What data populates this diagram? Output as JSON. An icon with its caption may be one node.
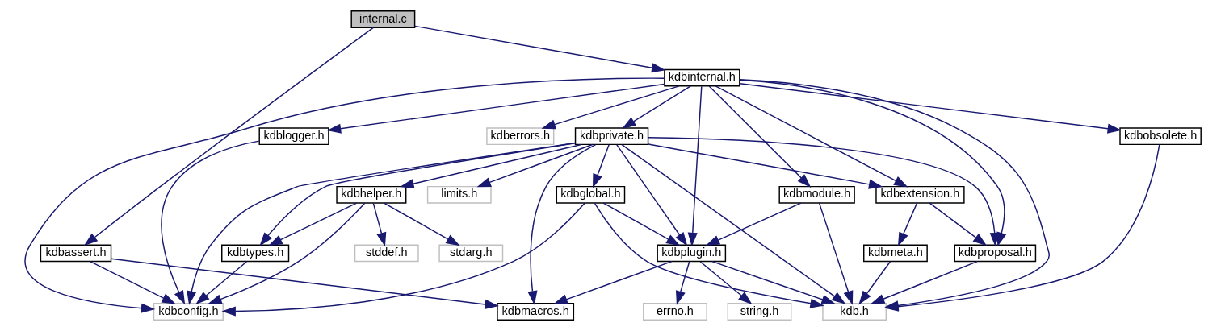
{
  "diagram": {
    "nodes": [
      {
        "text": [
          "internal.c"
        ]
      },
      {
        "text": [
          "kdbinternal.h"
        ]
      },
      {
        "text": [
          "kdbobsolete.h"
        ]
      },
      {
        "text": [
          "kdbprivate.h"
        ]
      },
      {
        "text": [
          "kdberrors.h"
        ]
      },
      {
        "text": [
          "kdblogger.h"
        ]
      },
      {
        "text": [
          "kdbextension.h"
        ]
      },
      {
        "text": [
          "kdbmodule.h"
        ]
      },
      {
        "text": [
          "limits.h"
        ]
      },
      {
        "text": [
          "kdbglobal.h"
        ]
      },
      {
        "text": [
          "kdbhelper.h"
        ]
      },
      {
        "text": [
          "kdbproposal.h"
        ]
      },
      {
        "text": [
          "kdbmeta.h"
        ]
      },
      {
        "text": [
          "kdbplugin.h"
        ]
      },
      {
        "text": [
          "stdarg.h"
        ]
      },
      {
        "text": [
          "stddef.h"
        ]
      },
      {
        "text": [
          "kdbtypes.h"
        ]
      },
      {
        "text": [
          "kdbassert.h"
        ]
      },
      {
        "text": [
          "kdb.h"
        ]
      },
      {
        "text": [
          "string.h"
        ]
      },
      {
        "text": [
          "errno.h"
        ]
      },
      {
        "text": [
          "kdbmacros.h"
        ]
      },
      {
        "text": [
          "kdbconfig.h"
        ]
      }
    ],
    "edges": [
      {
        "from": 0,
        "to": 1,
        "arrow": "to"
      },
      {
        "from": 0,
        "to": 17,
        "arrow": "to"
      },
      {
        "from": 1,
        "to": 18,
        "arrow": "to"
      },
      {
        "from": 1,
        "to": 2,
        "arrow": "to"
      },
      {
        "from": 1,
        "to": 11,
        "arrow": "to"
      },
      {
        "from": 1,
        "to": 6,
        "arrow": "to"
      },
      {
        "from": 1,
        "to": 7,
        "arrow": "to"
      },
      {
        "from": 1,
        "to": 13,
        "arrow": "to"
      },
      {
        "from": 1,
        "to": 3,
        "arrow": "to"
      },
      {
        "from": 1,
        "to": 4,
        "arrow": "to"
      },
      {
        "from": 1,
        "to": 22,
        "arrow": "to"
      },
      {
        "from": 1,
        "to": 5,
        "arrow": "to"
      },
      {
        "from": 2,
        "to": 18,
        "arrow": "to"
      },
      {
        "from": 3,
        "to": 6,
        "arrow": "to"
      },
      {
        "from": 3,
        "to": 11,
        "arrow": "to"
      },
      {
        "from": 3,
        "to": 18,
        "arrow": "to"
      },
      {
        "from": 3,
        "to": 13,
        "arrow": "to"
      },
      {
        "from": 3,
        "to": 8,
        "arrow": "to"
      },
      {
        "from": 3,
        "to": 9,
        "arrow": "to"
      },
      {
        "from": 3,
        "to": 21,
        "arrow": "to"
      },
      {
        "from": 3,
        "to": 10,
        "arrow": "to"
      },
      {
        "from": 3,
        "to": 16,
        "arrow": "to"
      },
      {
        "from": 3,
        "to": 22,
        "arrow": "to"
      },
      {
        "from": 5,
        "to": 22,
        "arrow": "to"
      },
      {
        "from": 6,
        "to": 11,
        "arrow": "to"
      },
      {
        "from": 6,
        "to": 12,
        "arrow": "to"
      },
      {
        "from": 7,
        "to": 18,
        "arrow": "to"
      },
      {
        "from": 7,
        "to": 13,
        "arrow": "to"
      },
      {
        "from": 9,
        "to": 13,
        "arrow": "to"
      },
      {
        "from": 9,
        "to": 18,
        "arrow": "to"
      },
      {
        "from": 9,
        "to": 22,
        "arrow": "to"
      },
      {
        "from": 10,
        "to": 14,
        "arrow": "to"
      },
      {
        "from": 10,
        "to": 15,
        "arrow": "to"
      },
      {
        "from": 10,
        "to": 16,
        "arrow": "to"
      },
      {
        "from": 10,
        "to": 22,
        "arrow": "to"
      },
      {
        "from": 11,
        "to": 18,
        "arrow": "to"
      },
      {
        "from": 12,
        "to": 18,
        "arrow": "to"
      },
      {
        "from": 13,
        "to": 18,
        "arrow": "to"
      },
      {
        "from": 13,
        "to": 19,
        "arrow": "to"
      },
      {
        "from": 13,
        "to": 20,
        "arrow": "to"
      },
      {
        "from": 13,
        "to": 21,
        "arrow": "to"
      },
      {
        "from": 16,
        "to": 22,
        "arrow": "to"
      },
      {
        "from": 17,
        "to": 21,
        "arrow": "to"
      },
      {
        "from": 17,
        "to": 22,
        "arrow": "to"
      }
    ]
  }
}
